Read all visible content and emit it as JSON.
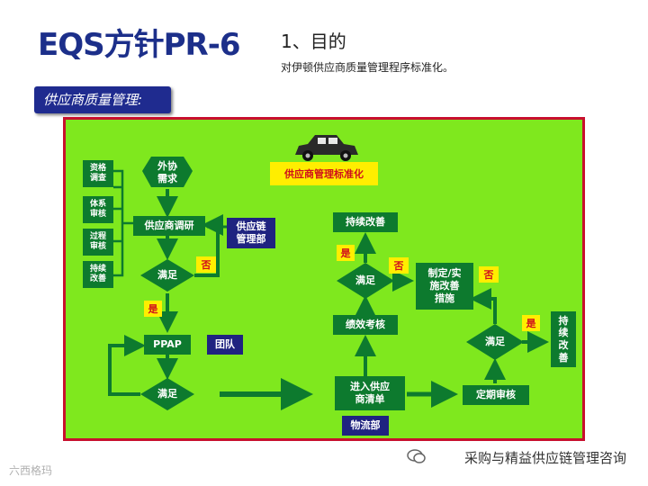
{
  "title": "EQS方针PR-6",
  "purpose": {
    "heading": "1、目的",
    "text": "对伊顿供应商质量管理程序标准化。"
  },
  "section_label": "供应商质量管理:",
  "diagram": {
    "standardize_tag": "供应商管理标准化",
    "side_boxes": [
      "资格\n调查",
      "体系\n审核",
      "过程\n审核",
      "持续\n改善"
    ],
    "outsourcing_need": "外协\n需求",
    "supplier_research": "供应商调研",
    "supply_chain_dept": "供应链\n管理部",
    "satisfy": "满足",
    "yes": "是",
    "no": "否",
    "ppap": "PPAP",
    "team": "团队",
    "enter_list": "进入供应\n商清单",
    "logistics_dept": "物流部",
    "performance_review": "绩效考核",
    "continuous_improvement": "持续改善",
    "improvement_measures": "制定/实\n施改善\n措施",
    "periodic_review": "定期审核",
    "continuous_improvement_vertical": "持\n续\n改\n善"
  },
  "watermark": "采购与精益供应链管理咨询",
  "bottom_logo": "六西格玛"
}
